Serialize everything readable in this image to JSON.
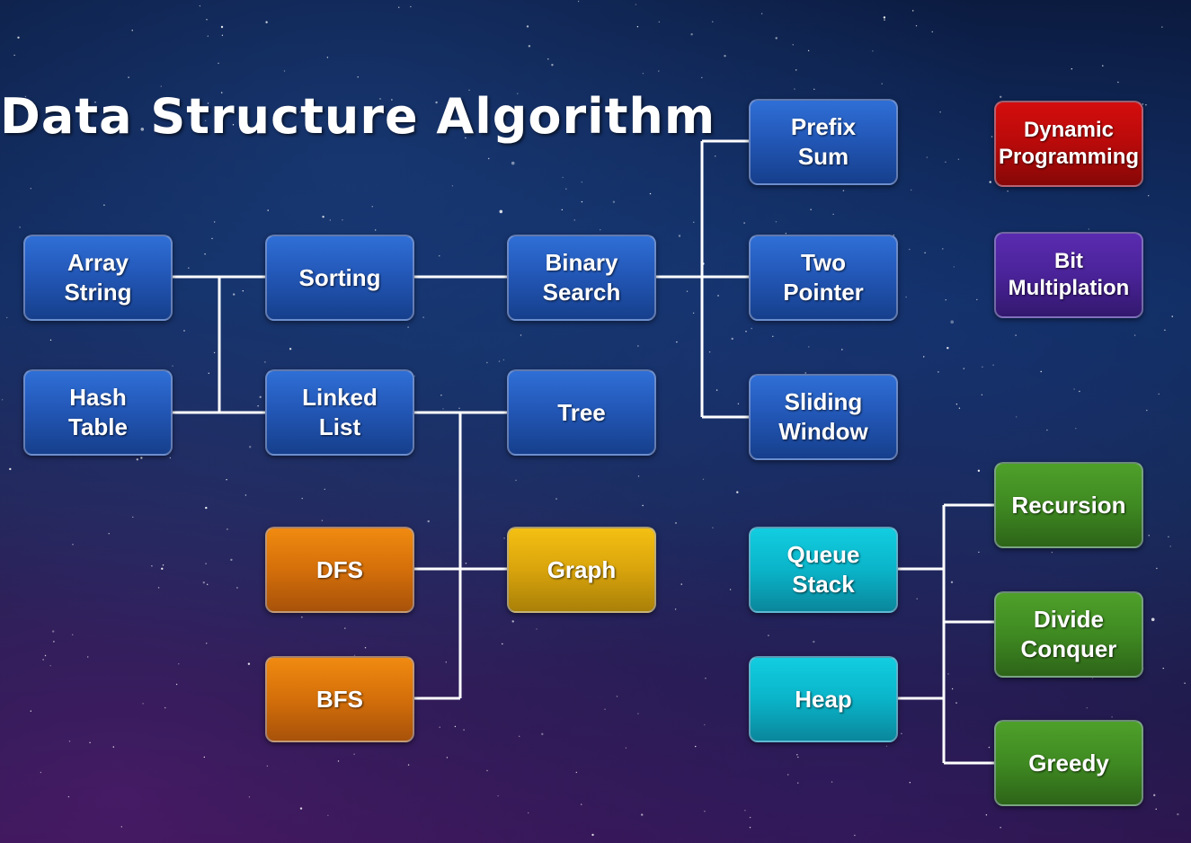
{
  "title": "Data Structure Algorithm",
  "nodes": {
    "array_string": "Array\nString",
    "hash_table": "Hash\nTable",
    "sorting": "Sorting",
    "linked_list": "Linked\nList",
    "binary_search": "Binary\nSearch",
    "tree": "Tree",
    "prefix_sum": "Prefix\nSum",
    "two_pointer": "Two\nPointer",
    "sliding_window": "Sliding\nWindow",
    "dynamic_programming": "Dynamic\nProgramming",
    "bit_multiplation": "Bit\nMultiplation",
    "dfs": "DFS",
    "bfs": "BFS",
    "graph": "Graph",
    "queue_stack": "Queue\nStack",
    "heap": "Heap",
    "recursion": "Recursion",
    "divide_conquer": "Divide\nConquer",
    "greedy": "Greedy"
  },
  "colors": {
    "blue": "#2358b8",
    "orange": "#d46f0a",
    "yellow": "#d9a40c",
    "cyan": "#0ab4c9",
    "green": "#3f8a22",
    "red": "#b80a0a",
    "purple": "#4a2399",
    "connector": "#ffffff"
  }
}
